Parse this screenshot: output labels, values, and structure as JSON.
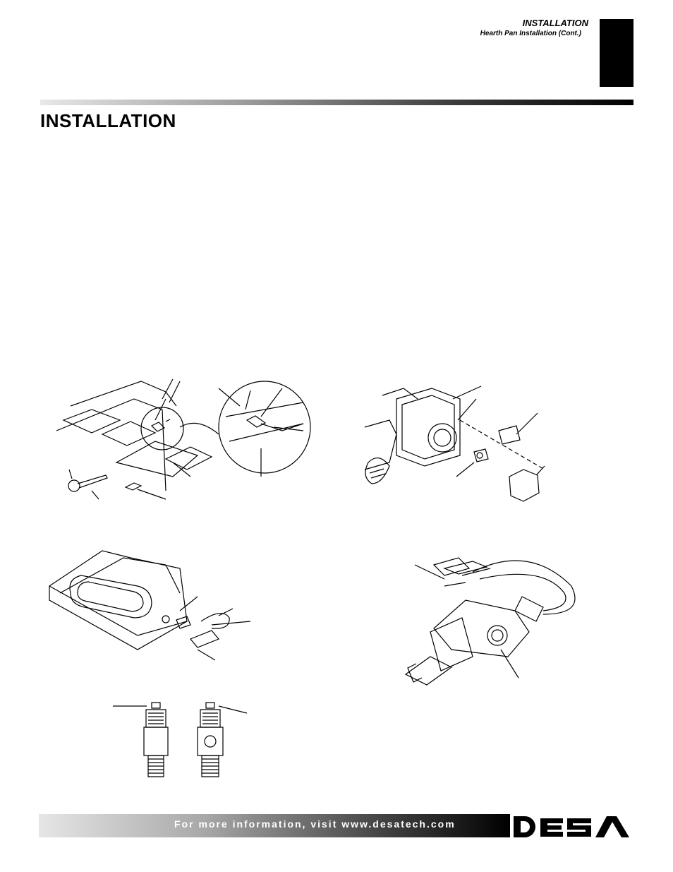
{
  "header": {
    "section": "INSTALLATION",
    "subsection": "Hearth Pan Installation (Cont.)"
  },
  "page_title": "INSTALLATION",
  "footer": {
    "text": "For more information, visit www.desatech.com",
    "logo_text": "DESA"
  },
  "colors": {
    "ink": "#000000",
    "paper": "#ffffff",
    "tab": "#000000"
  }
}
